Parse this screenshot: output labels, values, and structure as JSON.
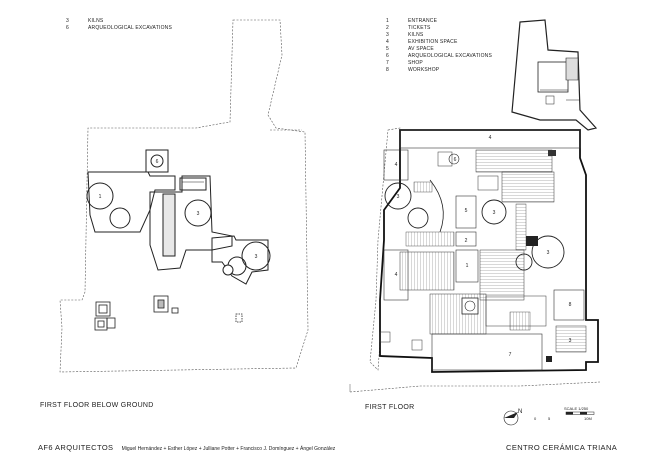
{
  "legend_left": [
    {
      "num": "3",
      "label": "KILNS"
    },
    {
      "num": "6",
      "label": "ARQUEOLOGICAL EXCAVATIONS"
    }
  ],
  "legend_right": [
    {
      "num": "1",
      "label": "ENTRANCE"
    },
    {
      "num": "2",
      "label": "TICKETS"
    },
    {
      "num": "3",
      "label": "KILNS"
    },
    {
      "num": "4",
      "label": "EXHIBITION SPACE"
    },
    {
      "num": "5",
      "label": "AV SPACE"
    },
    {
      "num": "6",
      "label": "ARQUEOLOGICAL EXCAVATIONS"
    },
    {
      "num": "7",
      "label": "SHOP"
    },
    {
      "num": "8",
      "label": "WORKSHOP"
    }
  ],
  "plan_titles": {
    "left": "FIRST FLOOR BELOW GROUND",
    "right": "FIRST FLOOR"
  },
  "left_plan_labels": [
    "1",
    "3",
    "3",
    "6"
  ],
  "right_plan_labels": [
    "1",
    "2",
    "3",
    "3",
    "3",
    "4",
    "4",
    "4",
    "5",
    "6",
    "7",
    "8",
    "3"
  ],
  "scale": {
    "label": "SCALE 1/250",
    "ticks": [
      "0",
      "5",
      "10M"
    ],
    "north": "N"
  },
  "footer": {
    "firm": "AF6 ARQUITECTOS",
    "team": "Miguel Hernández + Esther López + Julliane Potter + Francisco J. Domínguez + Ángel González",
    "project": "CENTRO CERÁMICA TRIANA"
  }
}
